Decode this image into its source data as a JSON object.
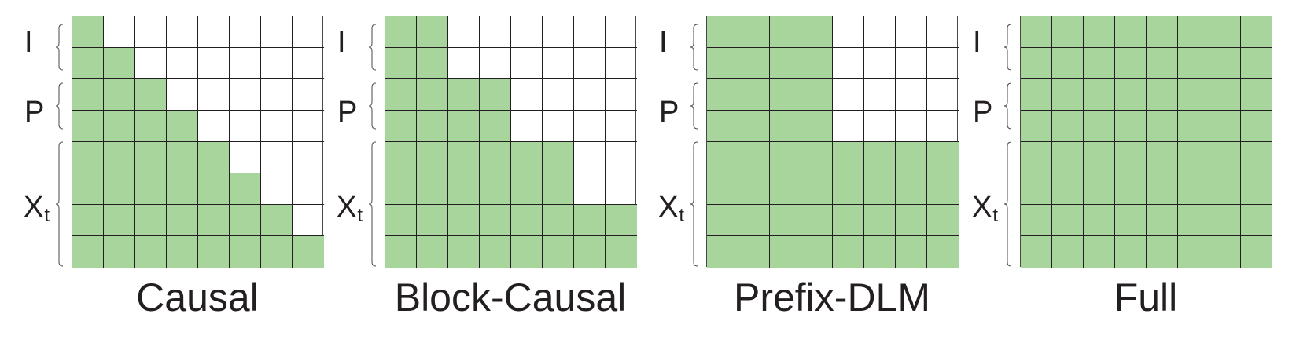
{
  "figure": {
    "row_groups": [
      {
        "label": "I",
        "subscript": "",
        "rows": 2
      },
      {
        "label": "P",
        "subscript": "",
        "rows": 2
      },
      {
        "label": "X",
        "subscript": "t",
        "rows": 4
      }
    ],
    "grid_size": 8,
    "colors": {
      "attend": "#a8d59b",
      "masked": "#ffffff",
      "line": "#231f20",
      "border": "#4a4a4a",
      "text": "#231f20"
    },
    "panels": [
      {
        "caption": "Causal",
        "row_fill": [
          1,
          2,
          3,
          4,
          5,
          6,
          7,
          8
        ]
      },
      {
        "caption": "Block-Causal",
        "row_fill": [
          2,
          2,
          4,
          4,
          6,
          6,
          8,
          8
        ]
      },
      {
        "caption": "Prefix-DLM",
        "row_fill": [
          4,
          4,
          4,
          4,
          8,
          8,
          8,
          8
        ]
      },
      {
        "caption": "Full",
        "row_fill": [
          8,
          8,
          8,
          8,
          8,
          8,
          8,
          8
        ]
      }
    ]
  },
  "chart_data": {
    "type": "heatmap",
    "title": "",
    "rows": [
      "I",
      "I",
      "P",
      "P",
      "X_t",
      "X_t",
      "X_t",
      "X_t"
    ],
    "matrices": [
      {
        "name": "Causal",
        "visible_cols_per_row": [
          1,
          2,
          3,
          4,
          5,
          6,
          7,
          8
        ]
      },
      {
        "name": "Block-Causal",
        "visible_cols_per_row": [
          2,
          2,
          4,
          4,
          6,
          6,
          8,
          8
        ]
      },
      {
        "name": "Prefix-DLM",
        "visible_cols_per_row": [
          4,
          4,
          4,
          4,
          8,
          8,
          8,
          8
        ]
      },
      {
        "name": "Full",
        "visible_cols_per_row": [
          8,
          8,
          8,
          8,
          8,
          8,
          8,
          8
        ]
      }
    ]
  }
}
